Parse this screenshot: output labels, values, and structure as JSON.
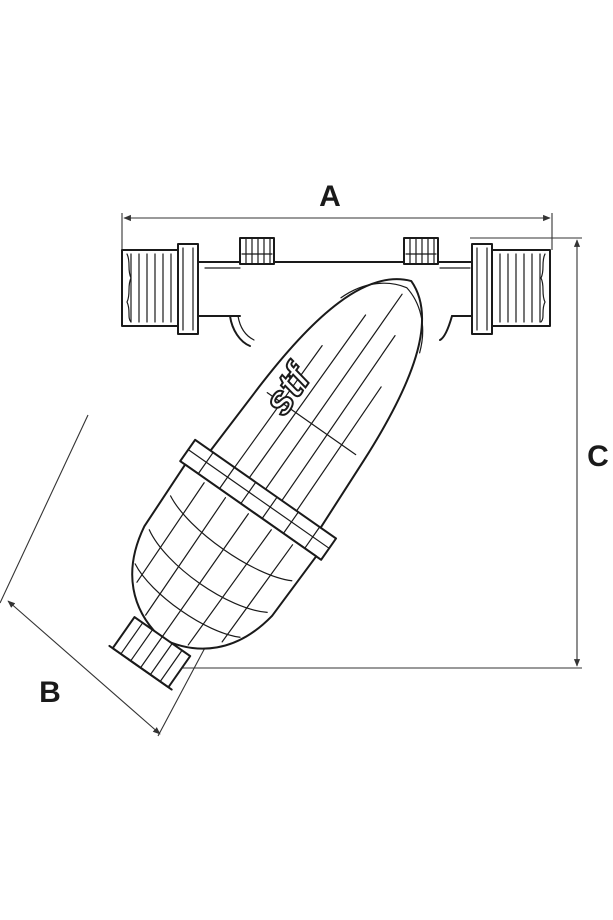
{
  "dimensions": {
    "a": "A",
    "b": "B",
    "c": "C"
  },
  "brand": "stf",
  "colors": {
    "line": "#1a1a1a",
    "background": "#ffffff"
  }
}
